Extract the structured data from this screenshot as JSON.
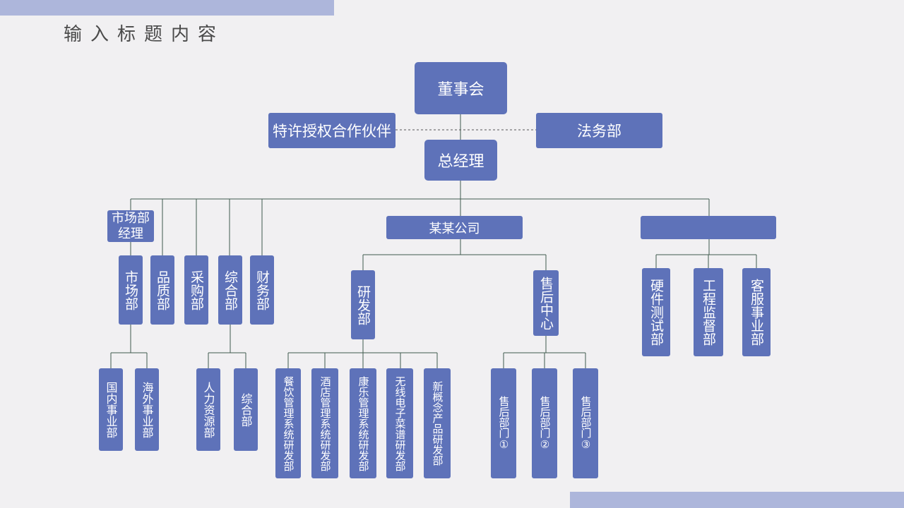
{
  "page": {
    "title": "输入标题内容"
  },
  "nodes": {
    "board": "董事会",
    "franchise": "特许授权合作伙伴",
    "legal": "法务部",
    "gm": "总经理",
    "market_manager": "市场部经理",
    "company": "某某公司",
    "blank_unit": "",
    "market": "市场部",
    "quality": "品质部",
    "purchase": "采购部",
    "general": "综合部",
    "finance": "财务部",
    "domestic": "国内事业部",
    "overseas": "海外事业部",
    "hr": "人力资源部",
    "general2": "综合部",
    "rd": "研发部",
    "aftersales": "售后中心",
    "catering": "餐饮管理系统研发部",
    "hotel": "酒店管理系统研发部",
    "health": "康乐管理系统研发部",
    "wireless": "无线电子菜谱研发部",
    "concept": "新概念产品研发部",
    "as1": "售后部门①",
    "as2": "售后部门②",
    "as3": "售后部门③",
    "hw_test": "硬件测试部",
    "engineering": "工程监督部",
    "service": "客服事业部"
  },
  "colors": {
    "node": "#5e72b9",
    "accent_bar": "#adb6db",
    "line": "#3f5a4d"
  }
}
